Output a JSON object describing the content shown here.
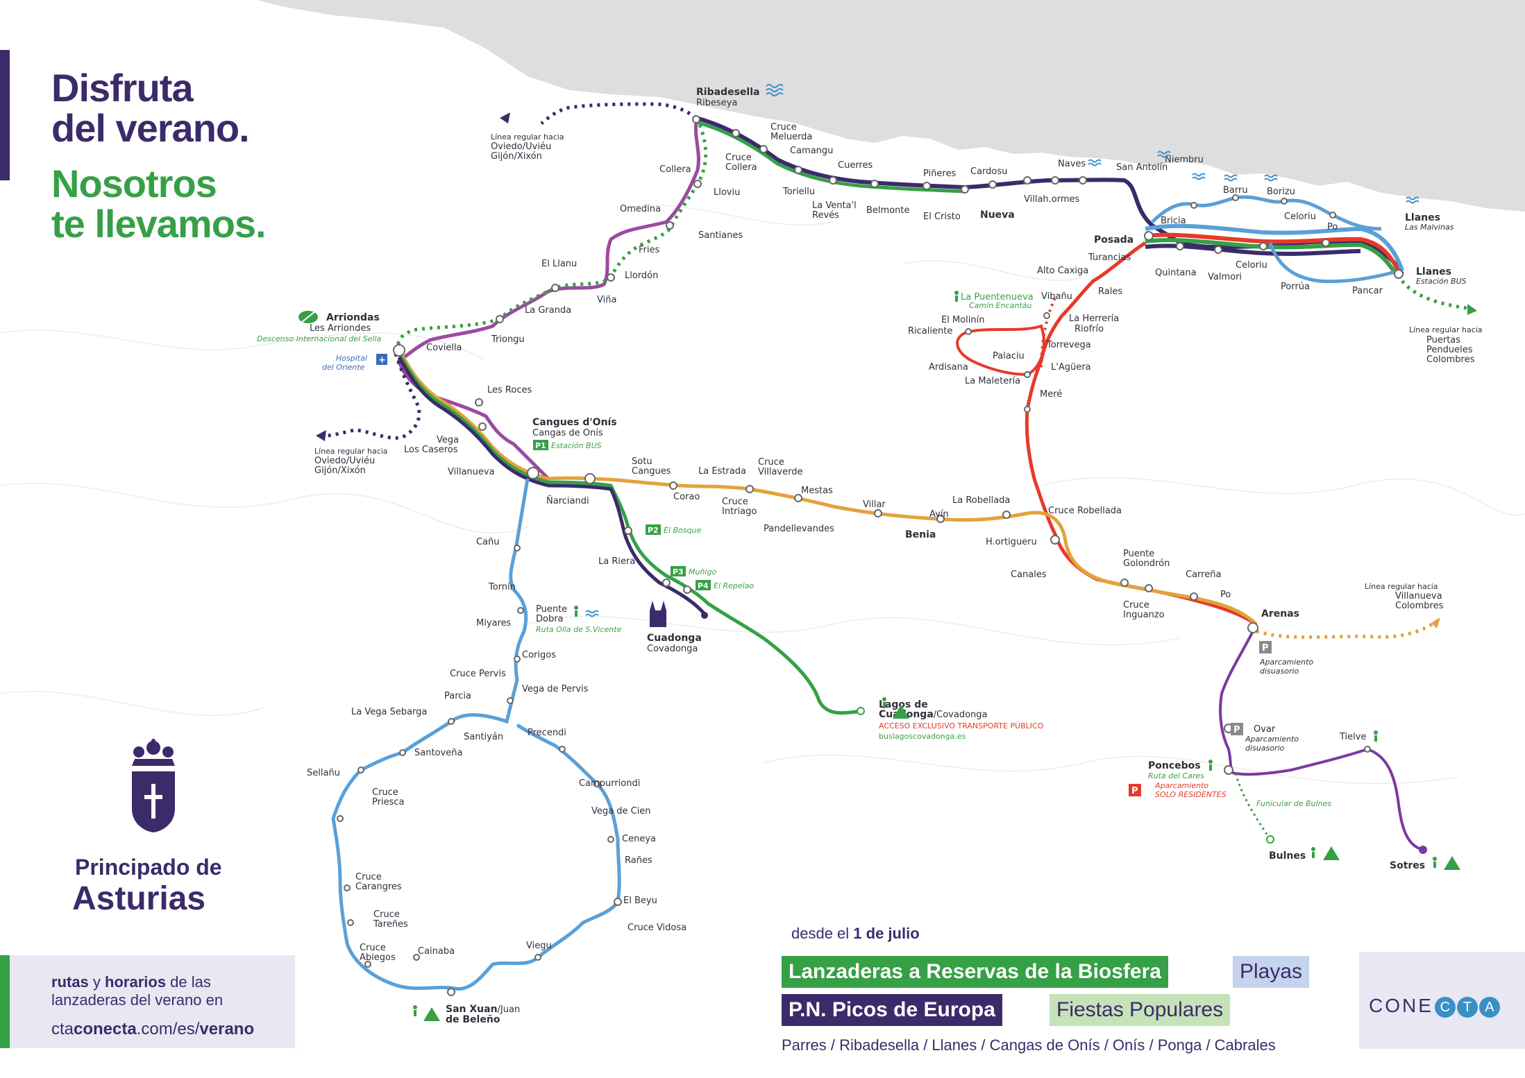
{
  "headline": {
    "line1": "Disfruta",
    "line2": "del verano.",
    "line3": "Nosotros",
    "line4": "te llevamos."
  },
  "colors": {
    "purple": "#3b2b6b",
    "green": "#36a046",
    "orange": "#e3a23a",
    "red": "#e63a2a",
    "blue": "#5aa0d8",
    "violet": "#9b4aa0",
    "grey_coast": "#dedede"
  },
  "emblem": {
    "line1": "Principado de",
    "line2": "Asturias",
    "icon": "asturias-coat-of-arms-icon"
  },
  "info": {
    "bold1": "rutas",
    "t1": " y ",
    "bold2": "horarios",
    "t2": " de las lanzaderas del verano en",
    "url_pre": "cta",
    "url_bold": "conecta",
    "url_mid": ".com/es/",
    "url_end": "verano"
  },
  "legend": {
    "desde_pre": "desde el ",
    "desde_bold": "1 de julio",
    "item1": "Lanzaderas a Reservas de la Biosfera",
    "item2": "Playas",
    "item3": "P.N. Picos de Europa",
    "item4": "Fiestas Populares",
    "municipalities": "Parres / Ribadesella / Llanes / Cangas de Onís / Onís / Ponga / Cabrales"
  },
  "brand": {
    "pre": "CONE",
    "c": "C",
    "t": "T",
    "a": "A"
  },
  "places": {
    "ribadesella": "Ribadesella",
    "ribadesella2": "Ribeseya",
    "cruce_meluerda": "Cruce",
    "cruce_meluerda2": "Meluerda",
    "camangu": "Camangu",
    "cruce_collera": "Cruce",
    "cruce_collera2": "Collera",
    "collera": "Collera",
    "lloviu": "Lloviu",
    "toriellu": "Toriellu",
    "cuerres": "Cuerres",
    "la_venta": "La Venta'l",
    "la_venta2": "Revés",
    "belmonte": "Belmonte",
    "pineres": "Piñeres",
    "cardosu": "Cardosu",
    "el_cristo": "El Cristo",
    "nueva": "Nueva",
    "villahormes": "Villah.ormes",
    "naves": "Naves",
    "san_antolin": "San Antolín",
    "niembru": "Niembru",
    "barru": "Barru",
    "borizu": "Borizu",
    "celoriu": "Celoriu",
    "po": "Po",
    "llanes": "Llanes",
    "las_malvinas": "Las Malvinas",
    "bricia": "Bricia",
    "posada": "Posada",
    "turancias": "Turancias",
    "alto_caxiga": "Alto Caxiga",
    "quintana": "Quintana",
    "valmori": "Valmori",
    "celoriu2": "Celoriu",
    "porrua": "Porrúa",
    "pancar": "Pancar",
    "llanes2": "Llanes",
    "estacion_bus": "Estación BUS",
    "rales": "Rales",
    "vibanu": "Vibañu",
    "la_herreria": "La Herrería",
    "riofrio": "Riofrío",
    "la_puentenueva": "La Puentenueva",
    "camin_encantau": "Camín Encantáu",
    "el_molinin": "El Molinín",
    "ricaliente": "Ricaliente",
    "palaciu": "Palaciu",
    "torrevega": "Torrevega",
    "ardisana": "Ardisana",
    "la_aguera": "L'Agüera",
    "la_maleteria": "La Maletería",
    "mere": "Meré",
    "puertas": "Línea regular hacia",
    "puertas2": "Puertas",
    "puertas3": "Pendueles",
    "puertas4": "Colombres",
    "omedina": "Omedina",
    "santianes": "Santianes",
    "fries": "Fries",
    "el_llanu": "El Llanu",
    "llordon": "Llordón",
    "vina": "Viña",
    "la_granda": "La Granda",
    "arriondas": "Arriondas",
    "arriondas2": "Les Arriondes",
    "descenso": "Descenso Internacional del Sella",
    "coviella": "Coviella",
    "triongu": "Triongu",
    "hospital": "Hospital",
    "hospital2": "del Oriente",
    "les_roces": "Les Roces",
    "vega": "Vega",
    "los_caseros": "Los Caseros",
    "villanueva": "Villanueva",
    "oviedo_top": "Línea regular hacia",
    "oviedo_top2": "Oviedo/Uviéu",
    "oviedo_top3": "Gijón/Xixón",
    "oviedo_bot": "Línea regular hacia",
    "oviedo_bot2": "Oviedo/Uviéu",
    "oviedo_bot3": "Gijón/Xixón",
    "cangues": "Cangues d'Onís",
    "cangues2": "Cangas de Onís",
    "p1": "P1",
    "p1_txt": "Estación BUS",
    "narciandi": "Ñarciandi",
    "sotu": "Sotu",
    "sotu2": "Cangues",
    "corao": "Corao",
    "la_estrada": "La Estrada",
    "cruce_intriago": "Cruce",
    "cruce_intriago2": "Intriago",
    "cruce_villaverde": "Cruce",
    "cruce_villaverde2": "Villaverde",
    "mestas": "Mestas",
    "villar": "Villar",
    "pandellevandes": "Pandellevandes",
    "avin": "Avín",
    "benia": "Benia",
    "la_robellada": "La Robellada",
    "cruce_robellada": "Cruce Robellada",
    "hortigueru": "H.ortigueru",
    "canales": "Canales",
    "puente_golondron": "Puente",
    "puente_golondron2": "Golondrón",
    "carrena": "Carreña",
    "po2": "Po",
    "cruce_inguanzo": "Cruce",
    "cruce_inguanzo2": "Inguanzo",
    "arenas": "Arenas",
    "aparcamiento": "Aparcamiento",
    "disuasorio": "disuasorio",
    "villanueva_col": "Línea regular hacia",
    "villanueva_col2": "Villanueva",
    "villanueva_col3": "Colombres",
    "p2": "P2",
    "p2_txt": "El Bosque",
    "la_riera": "La Riera",
    "p3": "P3",
    "p3_txt": "Muñigo",
    "p4": "P4",
    "p4_txt": "El Repelao",
    "cuadonga": "Cuadonga",
    "covadonga": "Covadonga",
    "lagos": "Lagos de",
    "lagos2": "Cuadonga",
    "lagos3": "/Covadonga",
    "acceso": "ACCESO EXCLUSIVO TRANSPORTE PÚBLICO",
    "buslagos": "buslagoscovadonga.es",
    "canu": "Cañu",
    "tornin": "Tornín",
    "miyares": "Miyares",
    "puente_dobra": "Puente",
    "puente_dobra2": "Dobra",
    "ruta_olla": "Ruta Olla de S.Vicente",
    "corigos": "Corigos",
    "cruce_pervis": "Cruce Pervis",
    "vega_pervis": "Vega de Pervis",
    "parcia": "Parcia",
    "la_vega_sebarga": "La Vega Sebarga",
    "santiyan": "Santiyán",
    "precendi": "Precendi",
    "santovena": "Santoveña",
    "sellanu": "Sellañu",
    "cruce_priesca": "Cruce",
    "cruce_priesca2": "Priesca",
    "campurriondi": "Campurriondi",
    "vega_cien": "Vega de Cien",
    "ceneya": "Ceneya",
    "ranes": "Rañes",
    "el_beyu": "El Beyu",
    "cruce_vidosa": "Cruce Vidosa",
    "cruce_carangres": "Cruce",
    "cruce_carangres2": "Carangres",
    "cruce_tarenes": "Cruce",
    "cruce_tarenes2": "Tareñes",
    "cruce_abiegos": "Cruce",
    "cruce_abiegos2": "Abiegos",
    "cainaba": "Cainaba",
    "viegu": "Viegu",
    "san_xuan": "San Xuan",
    "san_xuan2": "/Juan",
    "san_xuan3": "de Beleño",
    "ovar": "Ovar",
    "ovar_ap": "Aparcamiento",
    "ovar_ap2": "disuasorio",
    "tielve": "Tielve",
    "poncebos": "Poncebos",
    "ruta_cares": "Ruta del Cares",
    "ap_resid": "Aparcamiento",
    "ap_resid2": "SOLO RESIDENTES",
    "funicular": "Funicular de Bulnes",
    "bulnes": "Bulnes",
    "sotres": "Sotres"
  }
}
